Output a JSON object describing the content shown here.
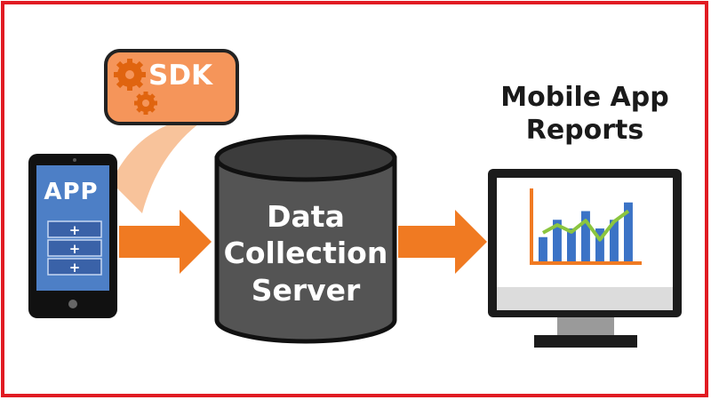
{
  "colors": {
    "frame": "#e11b22",
    "orange": "#f07a22",
    "orange_light": "#f5a36b",
    "sdk_fill": "#f5955a",
    "gear": "#e0640f",
    "server_body": "#545454",
    "server_top": "#3c3c3c",
    "outline": "#111111",
    "app_screen": "#4d7fc6",
    "app_row": "#3a62a8",
    "bar": "#3b73c6",
    "trend": "#8bc53f",
    "axis": "#f07a22"
  },
  "icons": {
    "sdk": "gear-icon",
    "plus": "plus-icon",
    "monitor_chart": "bar-chart-icon"
  },
  "phone": {
    "app_label": "APP",
    "buttons": [
      "+",
      "+",
      "+"
    ]
  },
  "sdk": {
    "label": "SDK"
  },
  "server": {
    "line1": "Data",
    "line2": "Collection",
    "line3": "Server"
  },
  "reports": {
    "title_line1": "Mobile App",
    "title_line2": "Reports"
  },
  "chart_data": {
    "type": "bar",
    "bar_values": [
      3,
      5,
      4,
      6,
      4,
      5,
      7
    ],
    "line_values": [
      3.5,
      4.4,
      3.6,
      4.9,
      2.7,
      4.8,
      6.0
    ],
    "ylim": [
      0,
      8
    ]
  }
}
